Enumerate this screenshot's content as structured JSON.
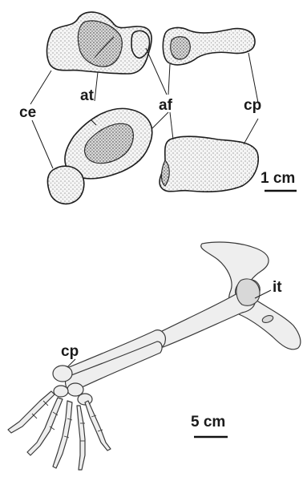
{
  "labels": {
    "ce": "ce",
    "at": "at",
    "af": "af",
    "cp_top": "cp",
    "cp_bottom": "cp",
    "it": "it"
  },
  "scale": {
    "top": "1 cm",
    "bottom": "5 cm"
  }
}
